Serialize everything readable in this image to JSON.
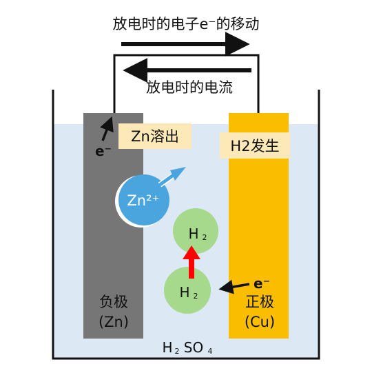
{
  "labels": {
    "electron_flow": "放电时的电子e⁻的移动",
    "current_flow": "放电时的电流",
    "zn_dissolve": "Zn溶出",
    "h2_generate": "H2发生",
    "electron_left": "e⁻",
    "electron_right": "e⁻",
    "zn_ion": "Zn²⁺",
    "h2_top_h": "H",
    "h2_top_sub": "2",
    "h2_bottom_h": "H",
    "h2_bottom_sub": "2",
    "negative_line1": "负极",
    "negative_line2": "(Zn)",
    "positive_line1": "正极",
    "positive_line2": "(Cu)",
    "electrolyte_h": "H",
    "electrolyte_h_sub": "2",
    "electrolyte_so": "SO",
    "electrolyte_so_sub": "4"
  },
  "colors": {
    "solution": "#dce8f4",
    "zinc_electrode": "#767676",
    "copper_electrode": "#fbbd00",
    "label_box": "#fde9b7",
    "zn_ion": "#4aa4dd",
    "h2_molecule": "#a6d98c",
    "reaction_arrow": "#ff0000",
    "wire": "#111111"
  }
}
